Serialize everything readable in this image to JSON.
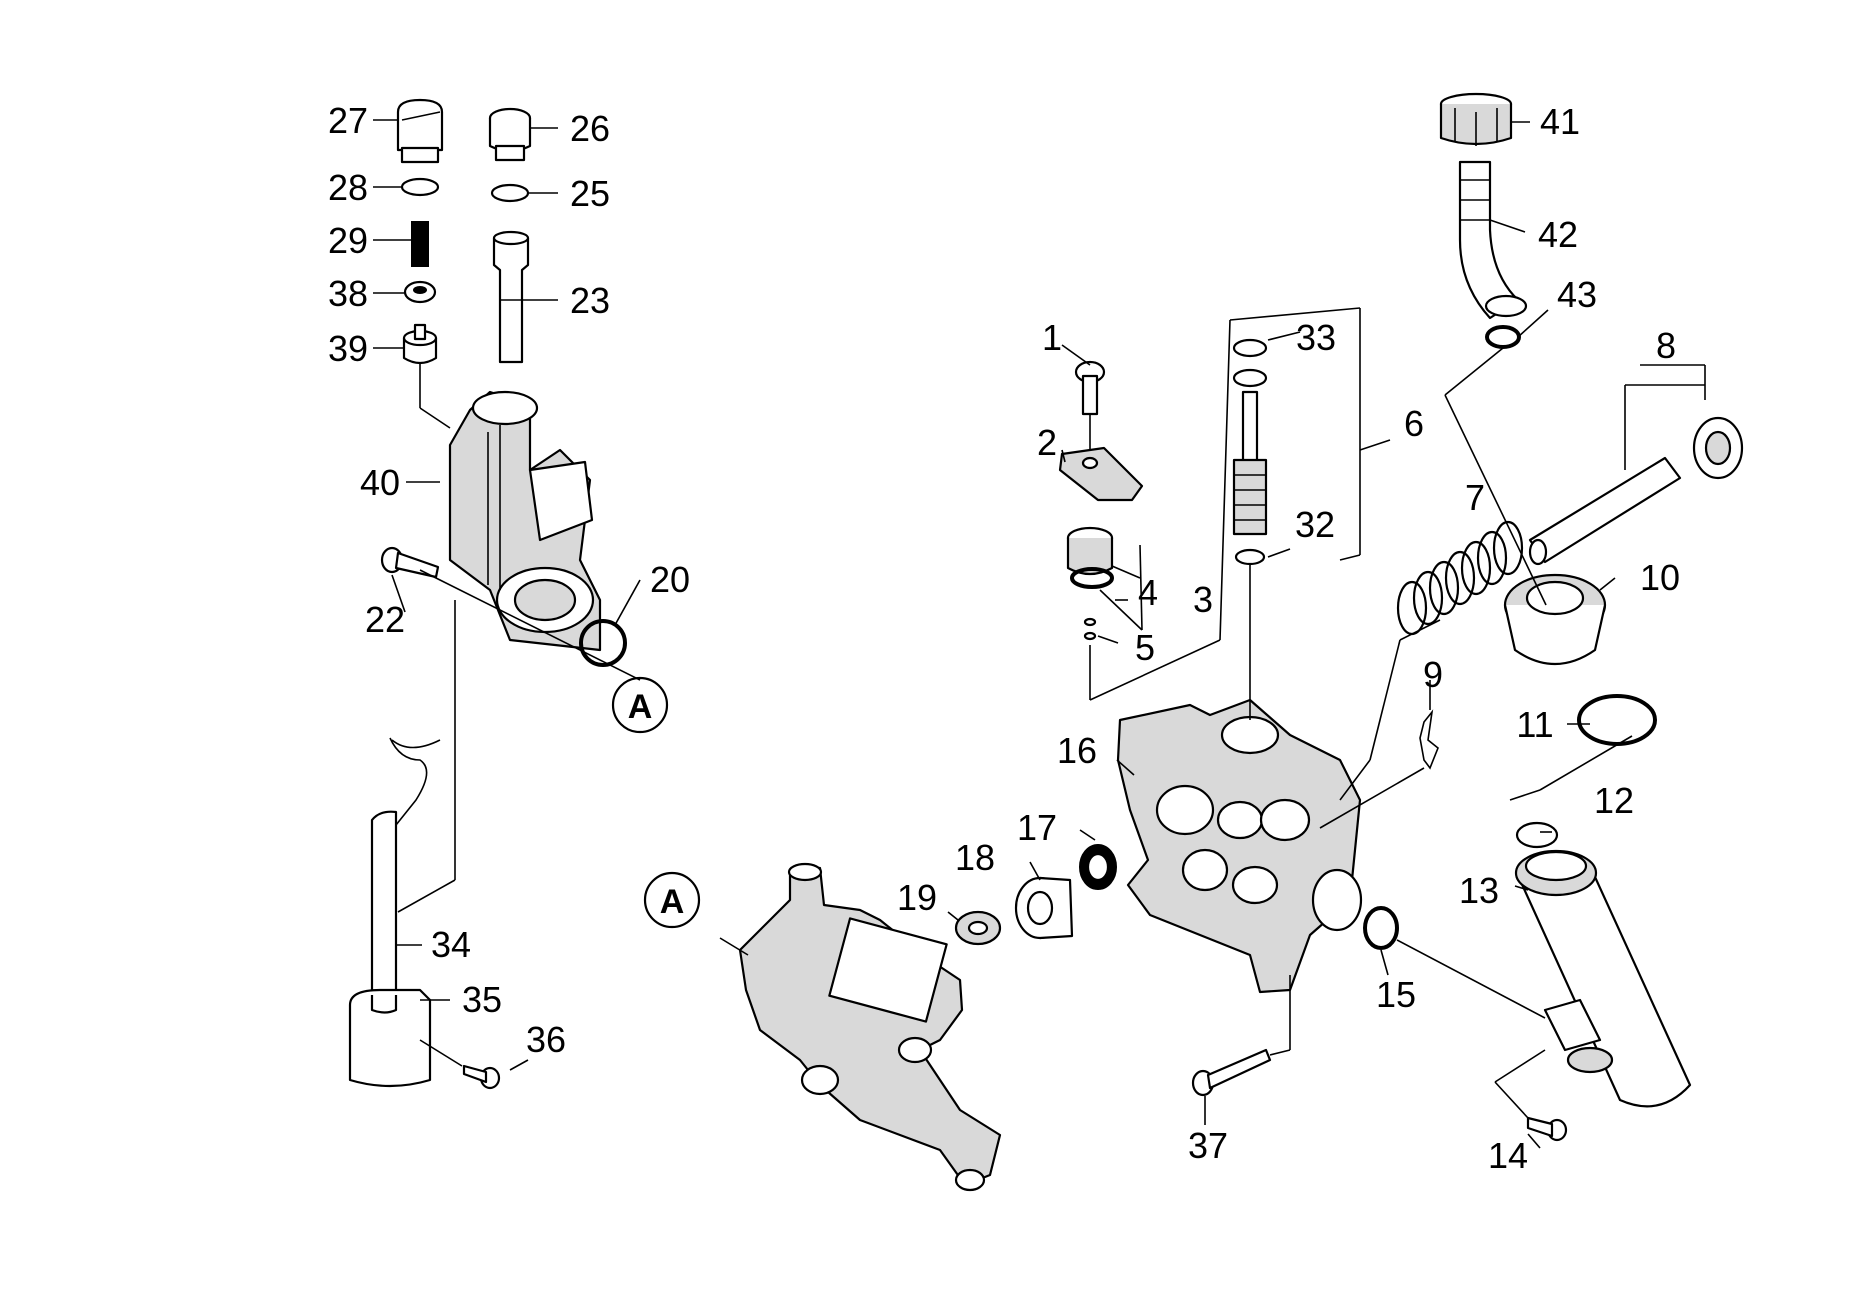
{
  "callouts": [
    {
      "id": "1",
      "text": "1"
    },
    {
      "id": "2",
      "text": "2"
    },
    {
      "id": "3",
      "text": "3"
    },
    {
      "id": "4",
      "text": "4"
    },
    {
      "id": "5",
      "text": "5"
    },
    {
      "id": "6",
      "text": "6"
    },
    {
      "id": "7",
      "text": "7"
    },
    {
      "id": "8",
      "text": "8"
    },
    {
      "id": "9",
      "text": "9"
    },
    {
      "id": "10",
      "text": "10"
    },
    {
      "id": "11",
      "text": "11"
    },
    {
      "id": "12",
      "text": "12"
    },
    {
      "id": "13",
      "text": "13"
    },
    {
      "id": "14",
      "text": "14"
    },
    {
      "id": "15",
      "text": "15"
    },
    {
      "id": "16",
      "text": "16"
    },
    {
      "id": "17",
      "text": "17"
    },
    {
      "id": "18",
      "text": "18"
    },
    {
      "id": "19",
      "text": "19"
    },
    {
      "id": "20",
      "text": "20"
    },
    {
      "id": "22",
      "text": "22"
    },
    {
      "id": "23",
      "text": "23"
    },
    {
      "id": "25",
      "text": "25"
    },
    {
      "id": "26",
      "text": "26"
    },
    {
      "id": "27",
      "text": "27"
    },
    {
      "id": "28",
      "text": "28"
    },
    {
      "id": "29",
      "text": "29"
    },
    {
      "id": "32",
      "text": "32"
    },
    {
      "id": "33",
      "text": "33"
    },
    {
      "id": "34",
      "text": "34"
    },
    {
      "id": "35",
      "text": "35"
    },
    {
      "id": "36",
      "text": "36"
    },
    {
      "id": "37",
      "text": "37"
    },
    {
      "id": "38",
      "text": "38"
    },
    {
      "id": "39",
      "text": "39"
    },
    {
      "id": "40",
      "text": "40"
    },
    {
      "id": "41",
      "text": "41"
    },
    {
      "id": "42",
      "text": "42"
    },
    {
      "id": "43",
      "text": "43"
    }
  ],
  "reference_marks": [
    {
      "id": "A-left",
      "text": "A"
    },
    {
      "id": "A-right",
      "text": "A"
    }
  ]
}
